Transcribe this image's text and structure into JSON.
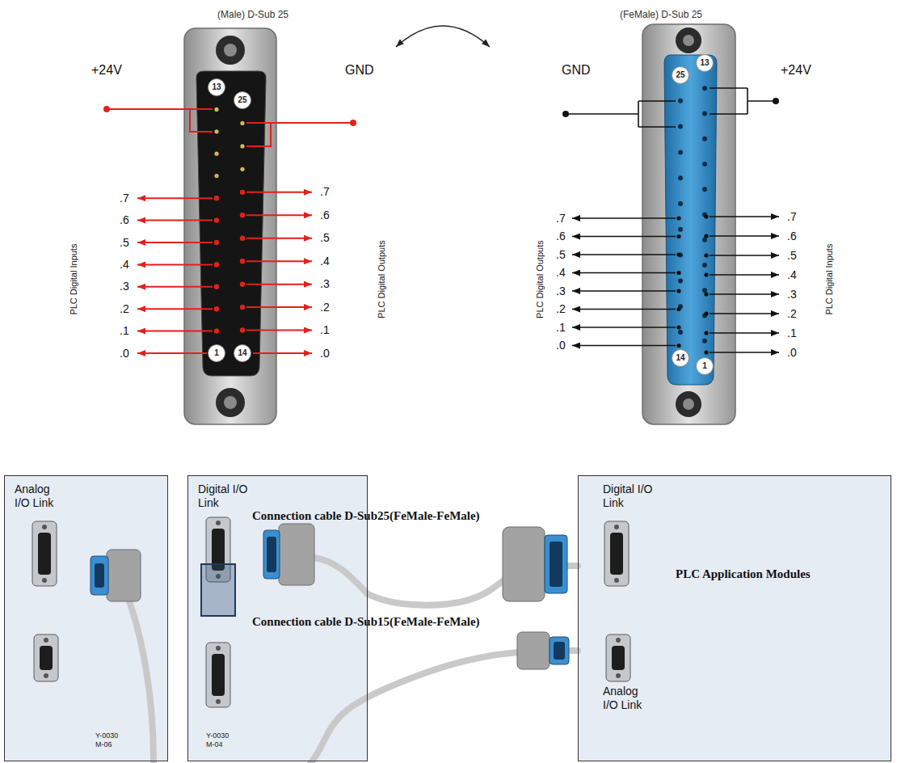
{
  "diagram": {
    "nodes": [
      {
        "text": [
          "Analog I/O Link",
          "Y-0030 M-06"
        ]
      },
      {
        "text": [
          "Digital I/O Link",
          "Y-0030 M-04"
        ]
      },
      {
        "text": [
          "Digital I/O Link",
          "PLC Application Modules",
          "Analog I/O Link"
        ]
      }
    ],
    "edges": [
      {
        "from": 1,
        "to": 2,
        "arrow": "none",
        "label": "Connection cable D-Sub25(FeMale-FeMale)"
      },
      {
        "from": 0,
        "to": 2,
        "arrow": "none",
        "label": "Connection cable D-Sub15(FeMale-FeMale)"
      }
    ],
    "labels": [
      "(Male) D-Sub 25",
      "+24V",
      "GND",
      "13",
      "25",
      "1",
      "14",
      ".7",
      ".6",
      ".5",
      ".4",
      ".3",
      ".2",
      ".1",
      ".0",
      ".7",
      ".6",
      ".5",
      ".4",
      ".3",
      ".2",
      ".1",
      ".0",
      "PLC Digital Inputs",
      "PLC Digital Outputs",
      "(FeMale) D-Sub 25",
      "GND",
      "+24V",
      "25",
      "13",
      "14",
      "1",
      ".7",
      ".6",
      ".5",
      ".4",
      ".3",
      ".2",
      ".1",
      ".0",
      ".7",
      ".6",
      ".5",
      ".4",
      ".3",
      ".2",
      ".1",
      ".0",
      "PLC Digital Outputs",
      "PLC Digital Inputs"
    ]
  }
}
